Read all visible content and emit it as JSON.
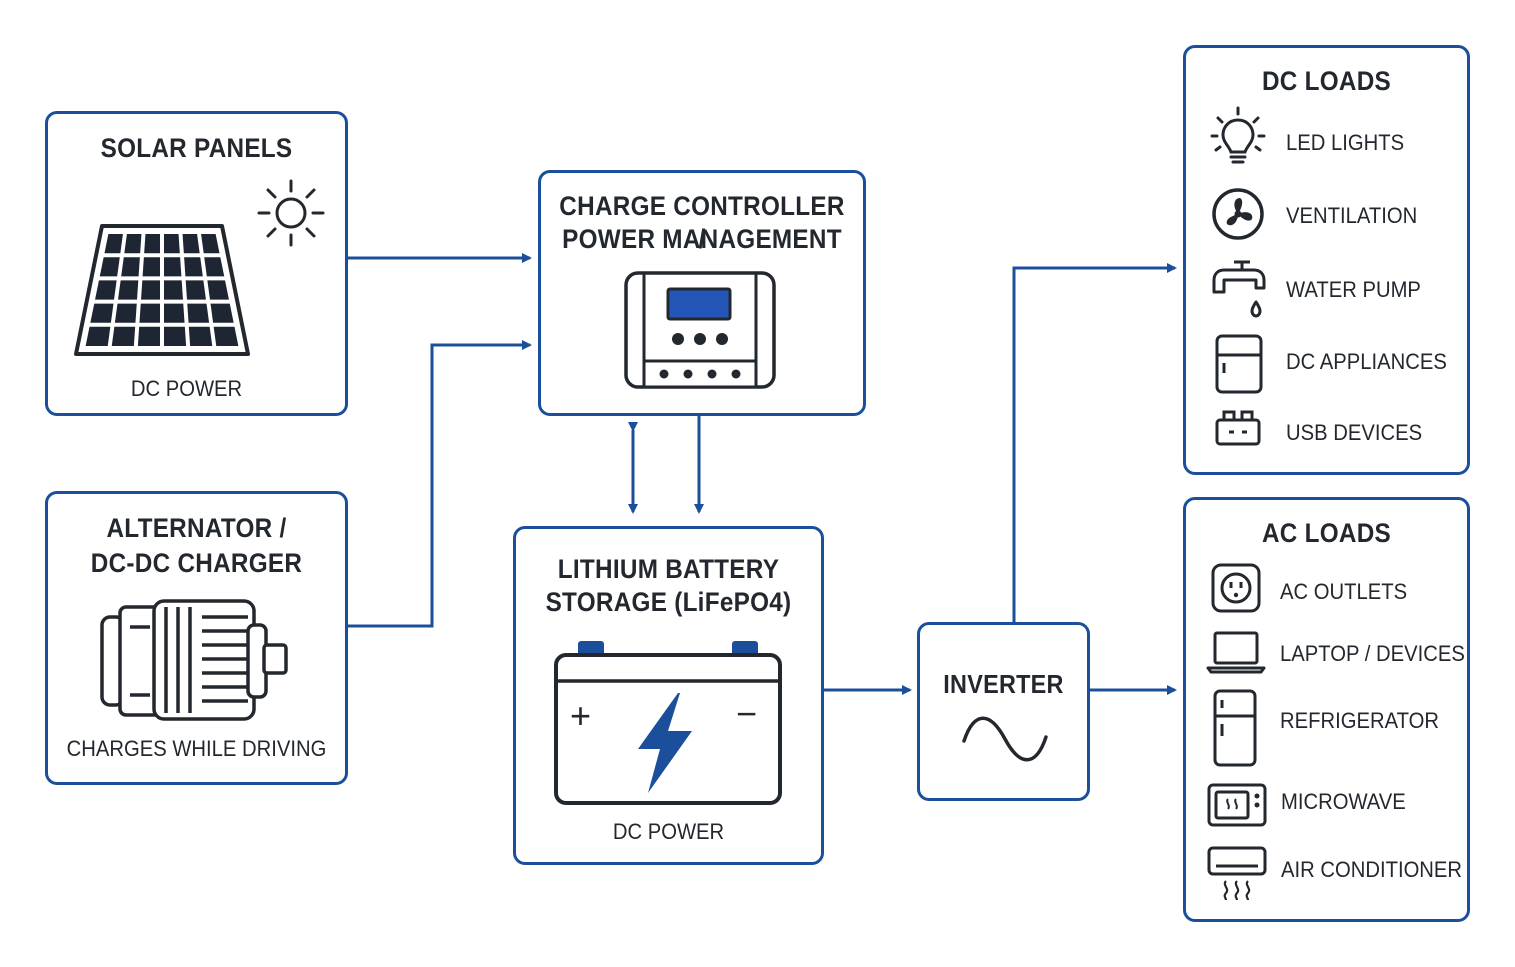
{
  "colors": {
    "accent": "#1b4f9c",
    "ink": "#23282f",
    "screen": "#2456b8"
  },
  "solar": {
    "title": "SOLAR PANELS",
    "caption": "DC POWER",
    "icons": [
      "solar-panel-icon",
      "sun-icon"
    ]
  },
  "alternator": {
    "title_line1": "ALTERNATOR /",
    "title_line2": "DC-DC CHARGER",
    "caption": "CHARGES WHILE DRIVING",
    "icon": "alternator-icon"
  },
  "controller": {
    "title_line1": "CHARGE CONTROLLER /",
    "title_line2": "POWER MANAGEMENT",
    "icon": "charge-controller-icon"
  },
  "battery": {
    "title_line1": "LITHIUM BATTERY",
    "title_line2": "STORAGE (LiFePO4)",
    "caption": "DC POWER",
    "plus": "+",
    "minus": "−",
    "icon": "battery-icon"
  },
  "inverter": {
    "title": "INVERTER",
    "icon": "sine-wave-icon"
  },
  "dc_loads": {
    "title": "DC LOADS",
    "items": [
      {
        "label": "LED LIGHTS",
        "icon": "light-bulb-icon"
      },
      {
        "label": "VENTILATION",
        "icon": "fan-icon"
      },
      {
        "label": "WATER PUMP",
        "icon": "faucet-icon"
      },
      {
        "label": "DC APPLIANCES",
        "icon": "fridge-icon"
      },
      {
        "label": "USB DEVICES",
        "icon": "usb-icon"
      }
    ]
  },
  "ac_loads": {
    "title": "AC LOADS",
    "items": [
      {
        "label": "AC OUTLETS",
        "icon": "outlet-icon"
      },
      {
        "label": "LAPTOP / DEVICES",
        "icon": "laptop-icon"
      },
      {
        "label": "REFRIGERATOR",
        "icon": "refrigerator-icon"
      },
      {
        "label": "MICROWAVE",
        "icon": "microwave-icon"
      },
      {
        "label": "AIR CONDITIONER",
        "icon": "air-conditioner-icon"
      }
    ]
  }
}
